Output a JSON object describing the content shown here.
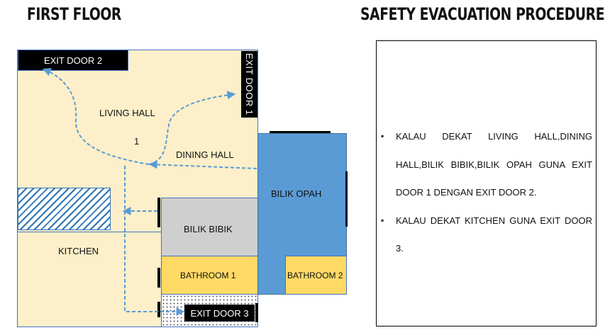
{
  "floor_title": "FIRST FLOOR",
  "procedure_title": "SAFETY EVACUATION PROCEDURE",
  "rooms": {
    "living_hall": "LIVING HALL",
    "living_hall_number": "1",
    "dining_hall": "DINING HALL",
    "kitchen": "KITCHEN",
    "bilik_bibik": "BILIK BIBIK",
    "bilik_opah": "BILIK OPAH",
    "bathroom_1": "BATHROOM 1",
    "bathroom_2": "BATHROOM 2"
  },
  "exits": {
    "exit_door_1": "EXIT DOOR 1",
    "exit_door_2": "EXIT DOOR 2",
    "exit_door_3": "EXIT DOOR 3"
  },
  "procedures": [
    "KALAU DEKAT LIVING HALL,DINING HALL,BILIK BIBIK,BILIK OPAH GUNA EXIT DOOR 1 DENGAN EXIT DOOR 2.",
    "KALAU DEKAT KITCHEN GUNA EXIT DOOR 3."
  ],
  "colors": {
    "floor": "#fdefc9",
    "bilik_bibik": "#cfcfcf",
    "bilik_opah": "#5b9bd5",
    "bathroom": "#ffd966",
    "route": "#5b9bd5",
    "stairs_hatch": "#2e75b6"
  }
}
